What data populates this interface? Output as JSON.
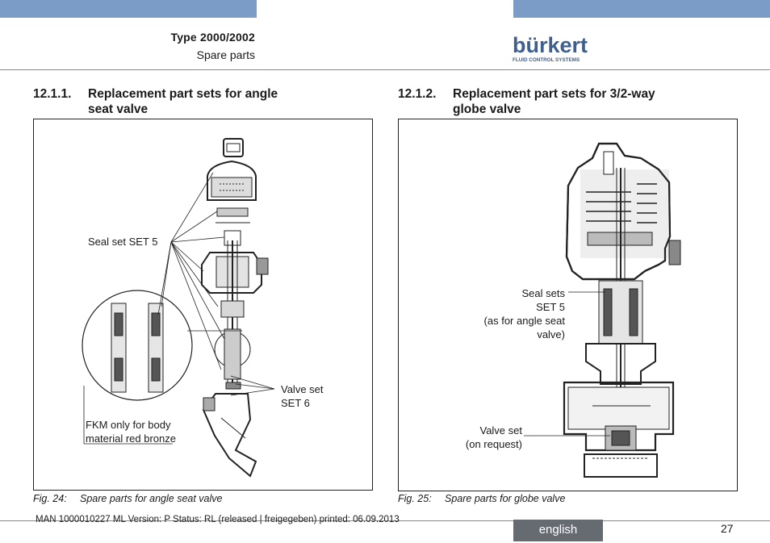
{
  "header": {
    "type_label": "Type 2000/2002",
    "subtitle": "Spare parts",
    "logo_text": "bürkert",
    "logo_tagline": "FLUID CONTROL SYSTEMS"
  },
  "sections": [
    {
      "number": "12.1.1.",
      "title_line1": "Replacement part sets for angle",
      "title_line2": "seat valve",
      "labels": {
        "seal_set": "Seal set SET 5",
        "valve_set_1": "Valve set",
        "valve_set_2": "SET 6",
        "fkm_1": "FKM only for body",
        "fkm_2": "material red bronze"
      },
      "caption_number": "Fig. 24:",
      "caption_text": "Spare parts for angle seat valve"
    },
    {
      "number": "12.1.2.",
      "title_line1": "Replacement part sets for 3/2-way",
      "title_line2": "globe valve",
      "labels": {
        "seal_1": "Seal sets",
        "seal_2": "SET 5",
        "seal_3": "(as for angle seat",
        "seal_4": "valve)",
        "valve_1": "Valve set",
        "valve_2": "(on request)"
      },
      "caption_number": "Fig. 25:",
      "caption_text": "Spare parts for globe valve"
    }
  ],
  "footer": {
    "doc_info": "MAN  1000010227  ML  Version: P Status: RL (released | freigegeben)  printed: 06.09.2013",
    "language": "english",
    "page_number": "27"
  },
  "colors": {
    "top_bar": "#7a9cc6",
    "language_tab": "#666b72",
    "logo": "#3f5f8f"
  }
}
